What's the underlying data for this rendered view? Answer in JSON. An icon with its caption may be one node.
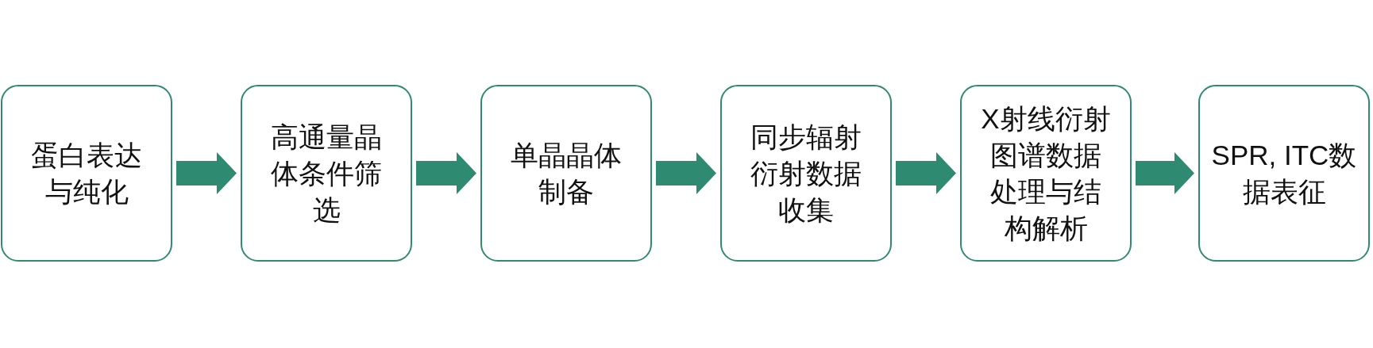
{
  "diagram": {
    "nodes": [
      {
        "text": [
          "蛋白表达与纯化"
        ]
      },
      {
        "text": [
          "高通量晶体条件筛选"
        ]
      },
      {
        "text": [
          "单晶晶体制备"
        ]
      },
      {
        "text": [
          "同步辐射衍射数据收集"
        ]
      },
      {
        "text": [
          "X射线衍射图谱数据处理与结构解析"
        ]
      },
      {
        "text": [
          "SPR, ITC数据表征"
        ]
      }
    ],
    "edges": [
      {
        "from": 0,
        "to": 1,
        "arrow": "to"
      },
      {
        "from": 1,
        "to": 2,
        "arrow": "to"
      },
      {
        "from": 2,
        "to": 3,
        "arrow": "to"
      },
      {
        "from": 3,
        "to": 4,
        "arrow": "to"
      },
      {
        "from": 4,
        "to": 5,
        "arrow": "to"
      }
    ]
  }
}
